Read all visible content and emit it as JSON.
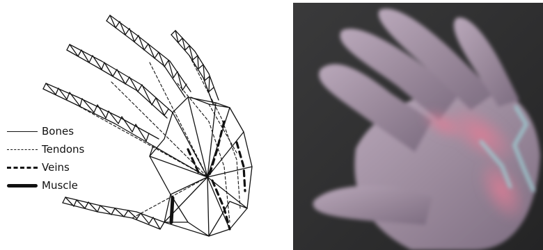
{
  "legend": {
    "items": [
      {
        "label": "Bones",
        "style": "solid"
      },
      {
        "label": "Tendons",
        "style": "dashed"
      },
      {
        "label": "Veins",
        "style": "veins"
      },
      {
        "label": "Muscle",
        "style": "muscle"
      }
    ]
  },
  "colors": {
    "line": "#111111",
    "render_bg": "#2f2f30",
    "skin": "#9d8a9d",
    "muscle_tint": "#d8778f",
    "vein_tint": "#8fc1c9"
  }
}
